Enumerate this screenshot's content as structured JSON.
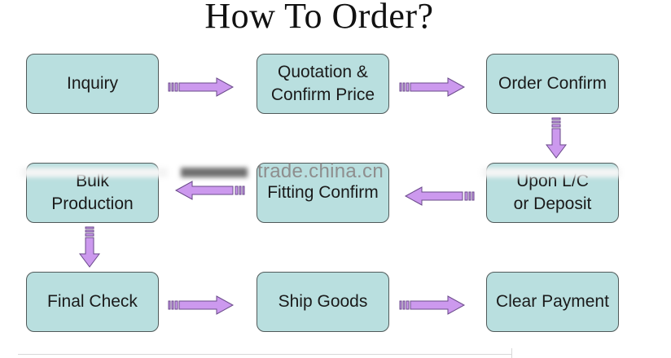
{
  "title": "How To Order?",
  "steps": {
    "inquiry": "Inquiry",
    "quotation": "Quotation &\nConfirm Price",
    "order_confirm": "Order Confirm",
    "deposit": "Upon L/C\nor Deposit",
    "fitting_confirm": "Fitting Confirm",
    "bulk_production": "Bulk\nProduction",
    "final_check": "Final Check",
    "ship_goods": "Ship Goods",
    "clear_payment": "Clear Payment"
  },
  "watermark": "trade.china.cn",
  "colors": {
    "box_fill": "#b9dfdf",
    "box_border": "#505a5a",
    "arrow_fill": "#cc99ee",
    "arrow_stroke": "#6a4a8a"
  }
}
